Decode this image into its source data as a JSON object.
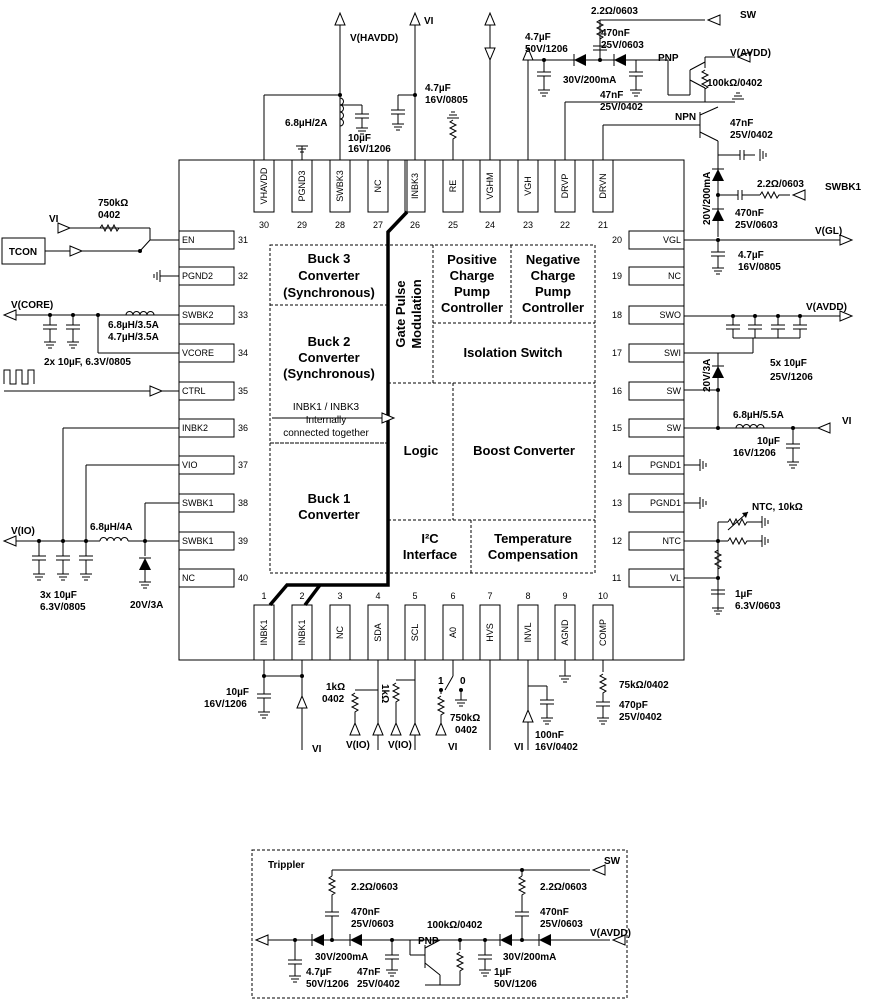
{
  "pins_top": [
    {
      "name": "VHAVDD",
      "num": "30"
    },
    {
      "name": "PGND3",
      "num": "29"
    },
    {
      "name": "SWBK3",
      "num": "28"
    },
    {
      "name": "NC",
      "num": "27"
    },
    {
      "name": "INBK3",
      "num": "26"
    },
    {
      "name": "RE",
      "num": "25"
    },
    {
      "name": "VGHM",
      "num": "24"
    },
    {
      "name": "VGH",
      "num": "23"
    },
    {
      "name": "DRVP",
      "num": "22"
    },
    {
      "name": "DRVN",
      "num": "21"
    }
  ],
  "pins_left": [
    {
      "name": "EN",
      "num": "31"
    },
    {
      "name": "PGND2",
      "num": "32"
    },
    {
      "name": "SWBK2",
      "num": "33"
    },
    {
      "name": "VCORE",
      "num": "34"
    },
    {
      "name": "CTRL",
      "num": "35"
    },
    {
      "name": "INBK2",
      "num": "36"
    },
    {
      "name": "VIO",
      "num": "37"
    },
    {
      "name": "SWBK1",
      "num": "38"
    },
    {
      "name": "SWBK1",
      "num": "39"
    },
    {
      "name": "NC",
      "num": "40"
    }
  ],
  "pins_right": [
    {
      "name": "VGL",
      "num": "20"
    },
    {
      "name": "NC",
      "num": "19"
    },
    {
      "name": "SWO",
      "num": "18"
    },
    {
      "name": "SWI",
      "num": "17"
    },
    {
      "name": "SW",
      "num": "16"
    },
    {
      "name": "SW",
      "num": "15"
    },
    {
      "name": "PGND1",
      "num": "14"
    },
    {
      "name": "PGND1",
      "num": "13"
    },
    {
      "name": "NTC",
      "num": "12"
    },
    {
      "name": "VL",
      "num": "11"
    }
  ],
  "pins_bottom": [
    {
      "name": "INBK1",
      "num": "1"
    },
    {
      "name": "INBK1",
      "num": "2"
    },
    {
      "name": "NC",
      "num": "3"
    },
    {
      "name": "SDA",
      "num": "4"
    },
    {
      "name": "SCL",
      "num": "5"
    },
    {
      "name": "A0",
      "num": "6"
    },
    {
      "name": "HVS",
      "num": "7"
    },
    {
      "name": "INVL",
      "num": "8"
    },
    {
      "name": "AGND",
      "num": "9"
    },
    {
      "name": "COMP",
      "num": "10"
    }
  ],
  "blocks": {
    "buck3": [
      "Buck 3",
      "Converter",
      "(Synchronous)"
    ],
    "gpm": [
      "Gate Pulse",
      "Modulation"
    ],
    "pos_cp": [
      "Positive",
      "Charge",
      "Pump",
      "Controller"
    ],
    "neg_cp": [
      "Negative",
      "Charge",
      "Pump",
      "Controller"
    ],
    "buck2": [
      "Buck 2",
      "Converter",
      "(Synchronous)"
    ],
    "iso": "Isolation Switch",
    "inbk_note": [
      "INBK1 / INBK3",
      "Internally",
      "connected together"
    ],
    "logic": "Logic",
    "boost": "Boost Converter",
    "buck1": [
      "Buck 1",
      "Converter"
    ],
    "i2c": [
      "I²C",
      "Interface"
    ],
    "temp": [
      "Temperature",
      "Compensation"
    ]
  },
  "labels": {
    "vi": "VI",
    "vhavdd": "V(HAVDD)",
    "vcore": "V(CORE)",
    "vio": "V(IO)",
    "vgl": "V(GL)",
    "vavdd": "V(AVDD)",
    "sw": "SW",
    "swbk1": "SWBK1",
    "tcon": "TCON",
    "pnp": "PNP",
    "npn": "NPN",
    "ntc": "NTC, 10kΩ"
  },
  "components": {
    "r_en": [
      "750kΩ",
      "0402"
    ],
    "l_bk3": "6.8µH/2A",
    "c_havdd": [
      "10µF",
      "16V/1206"
    ],
    "c_inbk3": [
      "4.7µF",
      "16V/0805"
    ],
    "c_vgh": [
      "4.7µF",
      "50V/1206"
    ],
    "r_sw": "2.2Ω/0603",
    "c_sw": [
      "470nF",
      "25V/0603"
    ],
    "d_vgh": "30V/200mA",
    "c_pnp": [
      "47nF",
      "25V/0402"
    ],
    "r_pnp": "100kΩ/0402",
    "c_npn": [
      "47nF",
      "25V/0402"
    ],
    "d_vgl": "20V/200mA",
    "r_swbk1": "2.2Ω/0603",
    "c_swbk1": [
      "470nF",
      "25V/0603"
    ],
    "c_vgl": [
      "4.7µF",
      "16V/0805"
    ],
    "l_bk2": [
      "6.8µH/3.5A",
      "4.7µH/3.5A"
    ],
    "c_core": "2x 10µF, 6.3V/0805",
    "c_avdd": [
      "5x 10µF",
      "25V/1206"
    ],
    "d_swi": "20V/3A",
    "l_boost": "6.8µH/5.5A",
    "c_boost": [
      "10µF",
      "16V/1206"
    ],
    "l_bk1": "6.8µH/4A",
    "c_io": [
      "3x 10µF",
      "6.3V/0805"
    ],
    "d_bk1": "20V/3A",
    "c_vl": [
      "1µF",
      "6.3V/0603"
    ],
    "c_inbk1": [
      "10µF",
      "16V/1206"
    ],
    "r_i2c": [
      "1kΩ",
      "0402"
    ],
    "r_i2c2": "1kΩ",
    "sel_1": "1",
    "sel_0": "0",
    "r_a0": [
      "750kΩ",
      "0402"
    ],
    "c_invl": [
      "100nF",
      "16V/0402"
    ],
    "r_comp": "75kΩ/0402",
    "c_comp": [
      "470pF",
      "25V/0402"
    ]
  },
  "trippler": {
    "title": "Trippler",
    "sw": "SW",
    "r1": "2.2Ω/0603",
    "r2": "2.2Ω/0603",
    "c1": [
      "470nF",
      "25V/0603"
    ],
    "c2": [
      "470nF",
      "25V/0603"
    ],
    "r_pnp": "100kΩ/0402",
    "pnp": "PNP",
    "vavdd": "V(AVDD)",
    "d1": "30V/200mA",
    "d2": "30V/200mA",
    "c_out": [
      "4.7µF",
      "50V/1206"
    ],
    "c_mid": [
      "47nF",
      "25V/0402"
    ],
    "c_in": [
      "1µF",
      "50V/1206"
    ]
  }
}
